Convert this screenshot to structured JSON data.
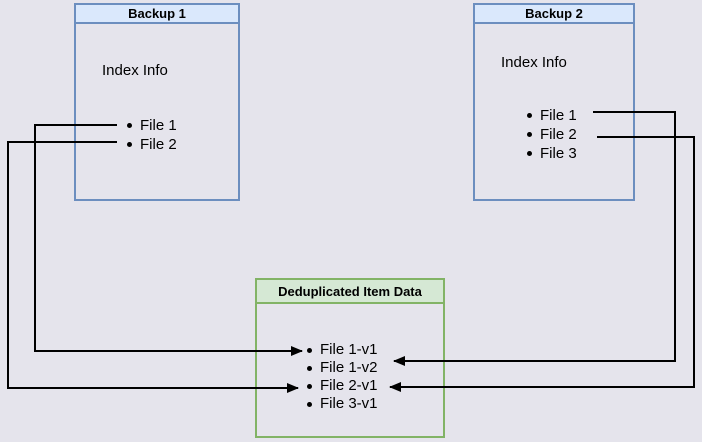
{
  "backup1": {
    "title": "Backup 1",
    "section_label": "Index Info",
    "files": [
      "File 1",
      "File 2"
    ]
  },
  "backup2": {
    "title": "Backup 2",
    "section_label": "Index Info",
    "files": [
      "File 1",
      "File 2",
      "File 3"
    ]
  },
  "dedup": {
    "title": "Deduplicated Item Data",
    "items": [
      "File 1-v1",
      "File 1-v2",
      "File 2-v1",
      "File 3-v1"
    ]
  },
  "connections": [
    {
      "from": "Backup 1 / File 1",
      "to": "File 1-v1"
    },
    {
      "from": "Backup 1 / File 2",
      "to": "File 2-v1"
    },
    {
      "from": "Backup 2 / File 1",
      "to": "File 1-v2"
    },
    {
      "from": "Backup 2 / File 2",
      "to": "File 2-v1"
    }
  ],
  "colors": {
    "background": "#e5e4ec",
    "backup_box_border": "#6c8ebf",
    "backup_header_fill": "#dae8fc",
    "dedup_box_border": "#82b366",
    "dedup_header_fill": "#d5e8d4",
    "connector": "#000000",
    "text": "#000000"
  }
}
